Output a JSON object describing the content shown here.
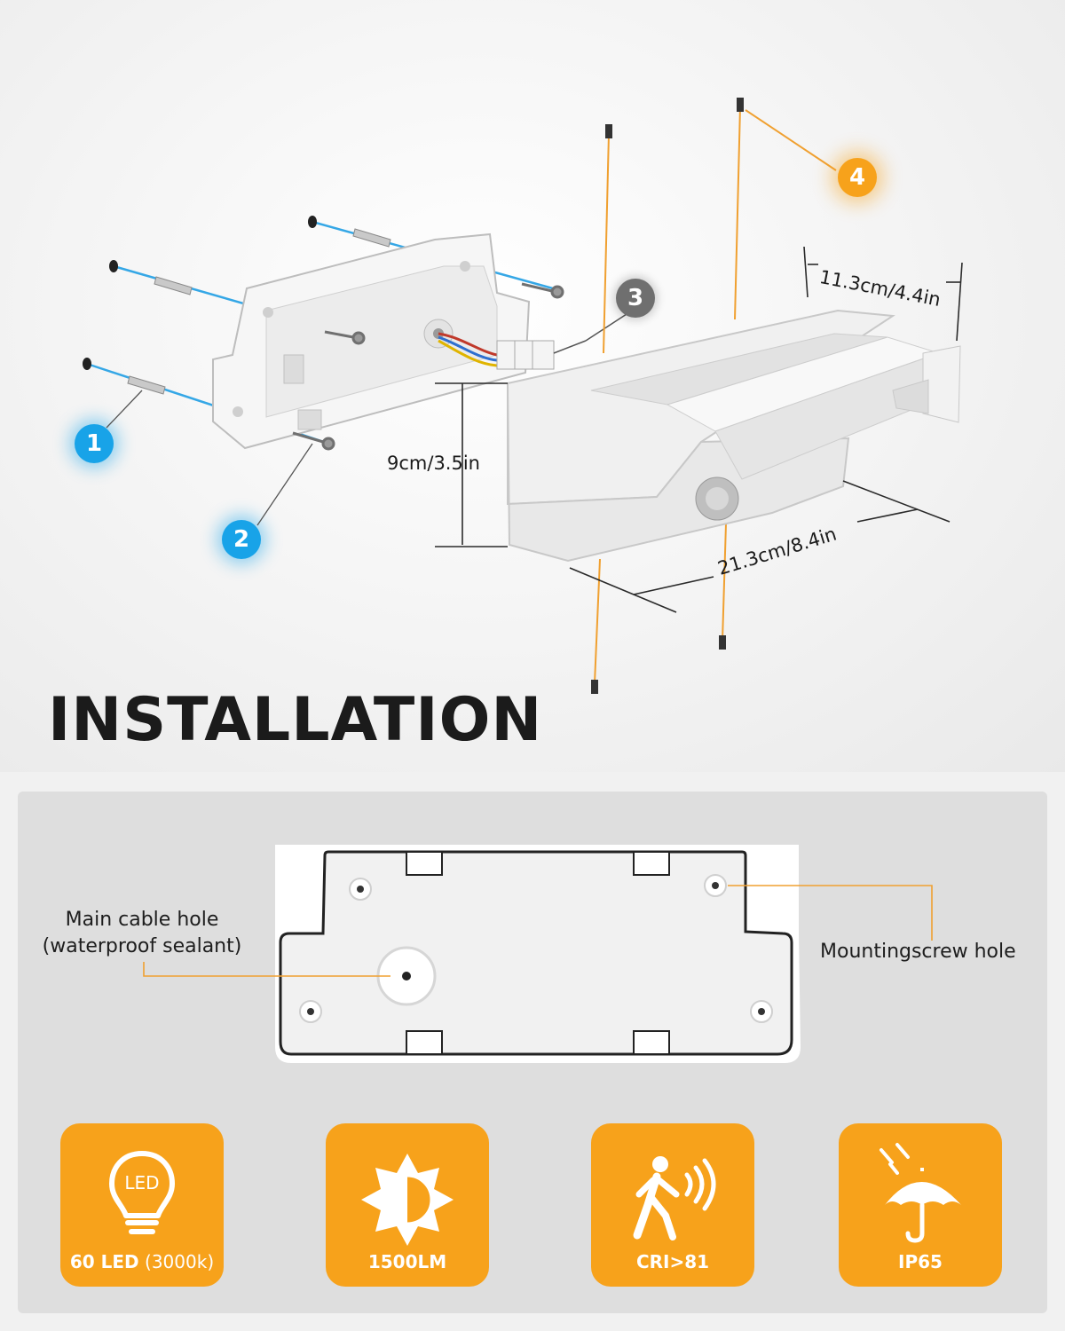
{
  "title": "INSTALLATION",
  "badges": {
    "b1": "1",
    "b2": "2",
    "b3": "3",
    "b4": "4"
  },
  "dimensions": {
    "depth": "11.3cm/4.4in",
    "height": "9cm/3.5in",
    "width": "21.3cm/8.4in"
  },
  "plate_callouts": {
    "cable_hole_line1": "Main cable hole",
    "cable_hole_line2": "(waterproof sealant)",
    "screw_hole": "Mountingscrew hole"
  },
  "features": [
    {
      "icon": "led-bulb-icon",
      "icon_text": "LED",
      "label_bold": "60 LED",
      "label_light": " (3000k)"
    },
    {
      "icon": "brightness-icon",
      "label_bold": "1500LM"
    },
    {
      "icon": "motion-sensor-icon",
      "label_bold": "CRI>81"
    },
    {
      "icon": "umbrella-rain-icon",
      "label_bold": "IP65"
    }
  ],
  "colors": {
    "accent_orange": "#f7a21b",
    "accent_blue": "#18a3e8",
    "badge_gray": "#6f6f6f",
    "panel_gray": "#dedede"
  }
}
